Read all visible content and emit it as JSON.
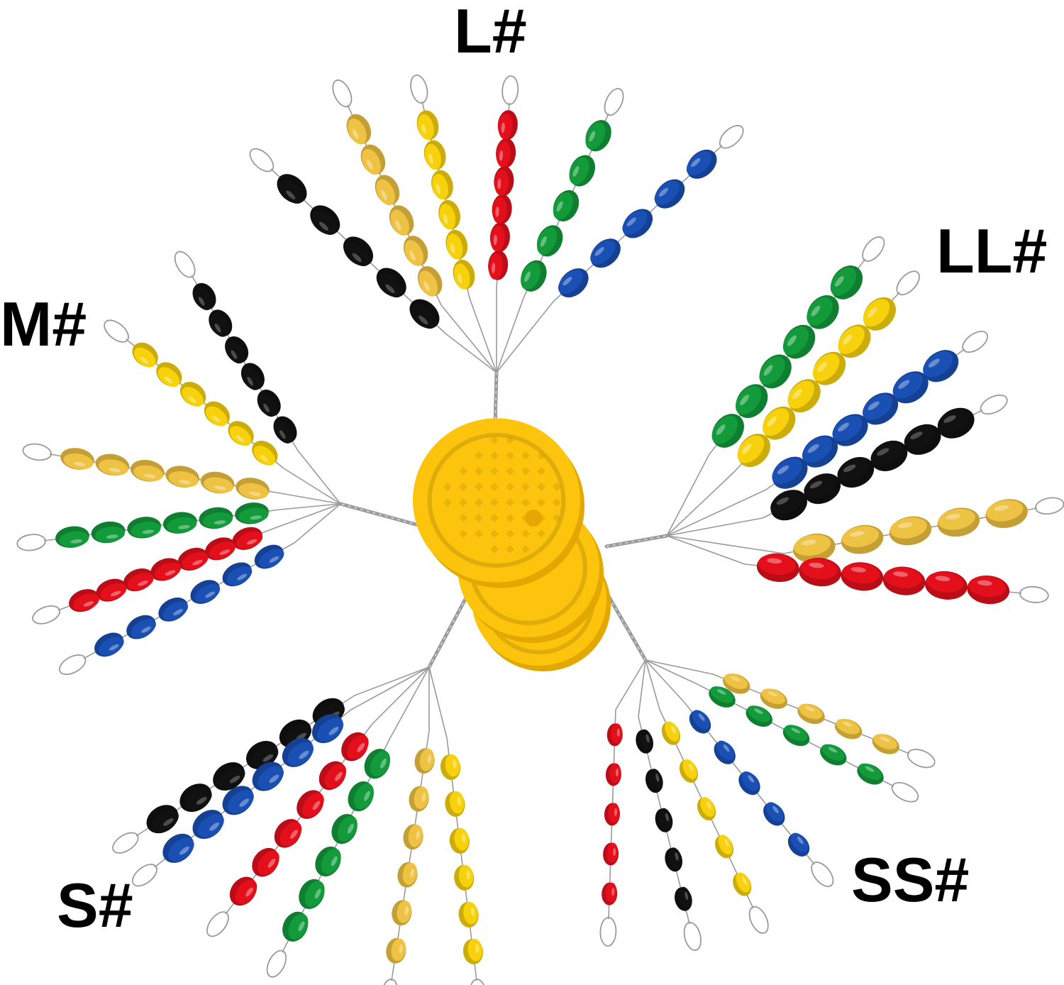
{
  "labels": {
    "l": "L#",
    "ll": "LL#",
    "m": "M#",
    "s": "S#",
    "ss": "SS#"
  },
  "colors": {
    "background": "#ffffff",
    "label_text": "#000000",
    "spool": "#fcc40c",
    "spool_shadow": "#e3a800",
    "wire": "#9a9a9a",
    "bead_black": "#111111",
    "bead_yellow": "#f7d20c",
    "bead_amber": "#eec242",
    "bead_red": "#e3101c",
    "bead_green": "#139a3a",
    "bead_blue": "#1a4fb4"
  },
  "groups": [
    {
      "size": "L#",
      "strands": [
        "black",
        "amber",
        "yellow",
        "red",
        "green",
        "blue"
      ]
    },
    {
      "size": "LL#",
      "strands": [
        "green",
        "yellow",
        "blue",
        "black",
        "amber",
        "red"
      ]
    },
    {
      "size": "M#",
      "strands": [
        "black",
        "yellow",
        "amber",
        "green",
        "red",
        "blue"
      ]
    },
    {
      "size": "S#",
      "strands": [
        "black",
        "blue",
        "red",
        "green",
        "amber",
        "yellow"
      ]
    },
    {
      "size": "SS#",
      "strands": [
        "red",
        "black",
        "yellow",
        "blue",
        "green",
        "amber"
      ]
    }
  ]
}
